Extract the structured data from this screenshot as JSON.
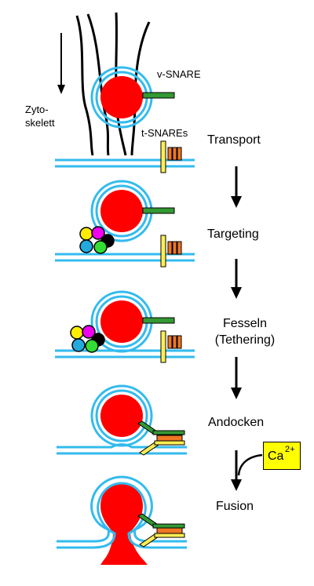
{
  "labels": {
    "v_snare": "v-SNARE",
    "t_snares": "t-SNAREs",
    "zytoskelett_line1": "Zyto-",
    "zytoskelett_line2": "skelett",
    "ca_base": "Ca",
    "ca_charge": "2+"
  },
  "steps": [
    {
      "label": "Transport"
    },
    {
      "label": "Targeting"
    },
    {
      "label": "Fesseln",
      "sublabel": "(Tethering)"
    },
    {
      "label": "Andocken"
    },
    {
      "label": "Fusion"
    }
  ],
  "colors": {
    "membrane": "#33bbee",
    "vesicle": "#ff0000",
    "v_snare": "#339933",
    "t_snare_yellow": "#ffee55",
    "t_snare_orange": "#ee7722",
    "calcium_box": "#ffff00",
    "tether_yellow": "#ffee00",
    "tether_magenta": "#ee00ee",
    "tether_cyan": "#22aadd",
    "tether_green": "#33dd33",
    "tether_black": "#000000"
  }
}
